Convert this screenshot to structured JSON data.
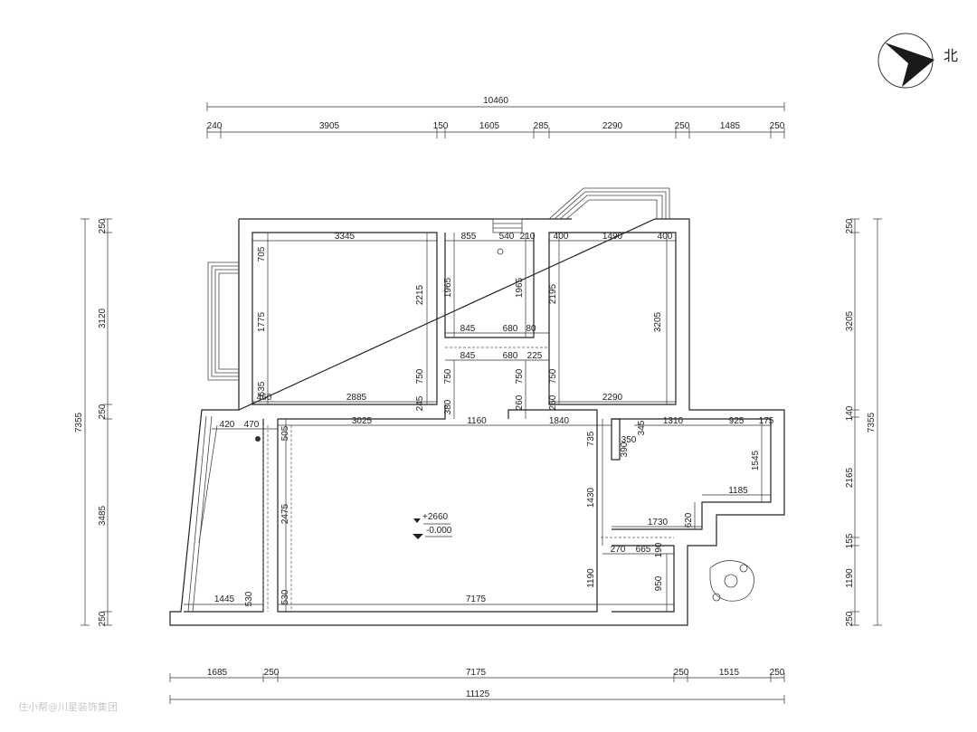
{
  "north_label": "北",
  "elevation": {
    "level": "+2660",
    "base": "-0.000"
  },
  "watermark": "住小帮@川星装饰集团",
  "top_dimensions": {
    "overall": "10460",
    "segments": [
      "240",
      "3905",
      "150",
      "1605",
      "285",
      "2290",
      "250",
      "1485",
      "250"
    ]
  },
  "bottom_dimensions": {
    "overall": "11125",
    "segments": [
      "1685",
      "250",
      "7175",
      "250",
      "1515",
      "250"
    ]
  },
  "left_dimensions": {
    "overall": "7355",
    "segments": [
      "250",
      "3120",
      "250",
      "3485",
      "250"
    ]
  },
  "right_dimensions": {
    "overall": "7355",
    "segments": [
      "250",
      "3205",
      "140",
      "2165",
      "155",
      "1190",
      "250"
    ]
  },
  "interior_dimensions": {
    "d3345": "3345",
    "d705": "705",
    "d1775": "1775",
    "d635": "635",
    "d2215": "2215",
    "d460": "460",
    "d2885": "2885",
    "d750a": "750",
    "d245": "245",
    "d855": "855",
    "d540": "540",
    "d210": "210",
    "d1965a": "1965",
    "d1965b": "1965",
    "d845a": "845",
    "d680a": "680",
    "d80": "80",
    "d845b": "845",
    "d680b": "680",
    "d225": "225",
    "d750b": "750",
    "d750c": "750",
    "d380": "380",
    "d260a": "260",
    "d400a": "400",
    "d1490": "1490",
    "d400b": "400",
    "d2195": "2195",
    "d3205": "3205",
    "d750d": "750",
    "d260b": "260",
    "d2290": "2290",
    "d420": "420",
    "d470": "470",
    "d3025": "3025",
    "d1160": "1160",
    "d1840": "1840",
    "d1310": "1310",
    "d925": "925",
    "d175": "175",
    "d505": "505",
    "d735": "735",
    "d350": "350",
    "d390": "390",
    "d345": "345",
    "d1545": "1545",
    "d1185": "1185",
    "d1430": "1430",
    "d620": "620",
    "d1730": "1730",
    "d2475": "2475",
    "d270": "270",
    "d665": "665",
    "d190": "190",
    "d1190": "1190",
    "d950": "950",
    "d1445": "1445",
    "d530a": "530",
    "d530b": "530",
    "d7175": "7175"
  }
}
